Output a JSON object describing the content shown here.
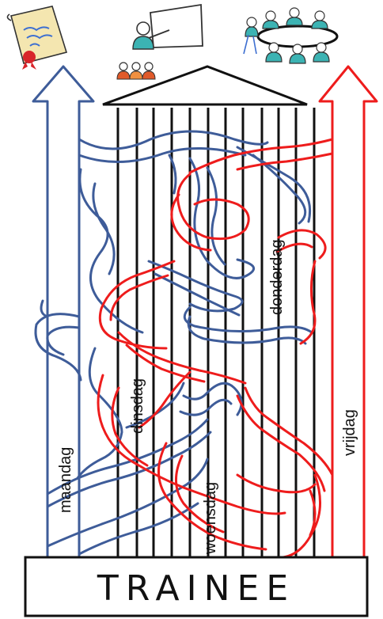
{
  "days": {
    "maandag": "maandag",
    "dinsdag": "dinsdag",
    "woensdag": "woensdag",
    "donderdag": "donderdag",
    "vrijdag": "vrijdag"
  },
  "base": {
    "label": "TRAINEE"
  },
  "colors": {
    "blue": "#3e5c99",
    "red": "#ee1c1c",
    "black": "#111111",
    "person_teal": "#3cb3b3",
    "person_orange": "#e05a2a",
    "scroll": "#f4e6b0",
    "seal": "#d8242a"
  },
  "icons": [
    "diploma-icon",
    "presenter-icon",
    "audience-icon",
    "meeting-table-icon"
  ]
}
